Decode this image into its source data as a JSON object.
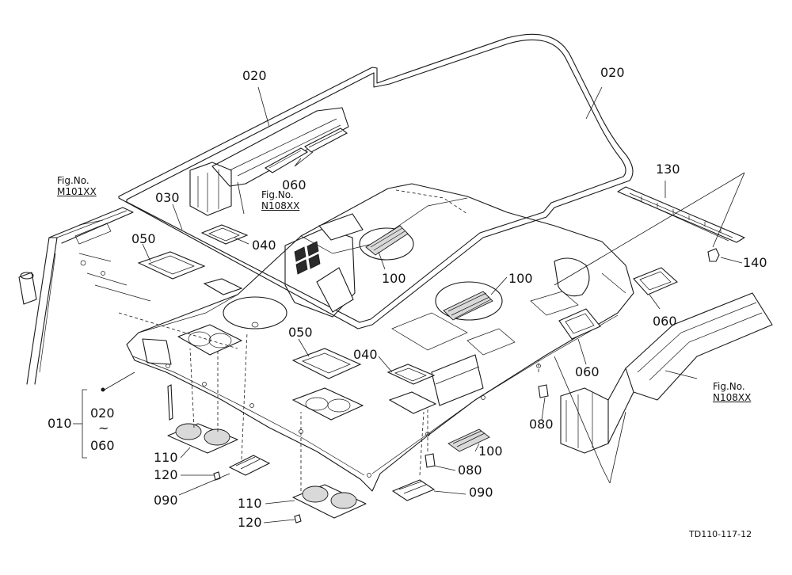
{
  "callouts": {
    "c020a": "020",
    "c020b": "020",
    "c130": "130",
    "c060a": "060",
    "c030": "030",
    "c050a": "050",
    "c040a": "040",
    "c140": "140",
    "c100a": "100",
    "c100b": "100",
    "c060b": "060",
    "c060c": "060",
    "c050b": "050",
    "c040b": "040",
    "c010": "010",
    "c020c": "020",
    "c_tilde": "~",
    "c060d": "060",
    "c080a": "080",
    "c100c": "100",
    "c110a": "110",
    "c120a": "120",
    "c090a": "090",
    "c080b": "080",
    "c090b": "090",
    "c110b": "110",
    "c120b": "120"
  },
  "references": {
    "ref_left_title": "Fig.No.",
    "ref_left_code": "M101XX",
    "ref_center_title": "Fig.No.",
    "ref_center_code": "N108XX",
    "ref_right_title": "Fig.No.",
    "ref_right_code": "N108XX"
  },
  "drawing_code": "TD110-117-12"
}
